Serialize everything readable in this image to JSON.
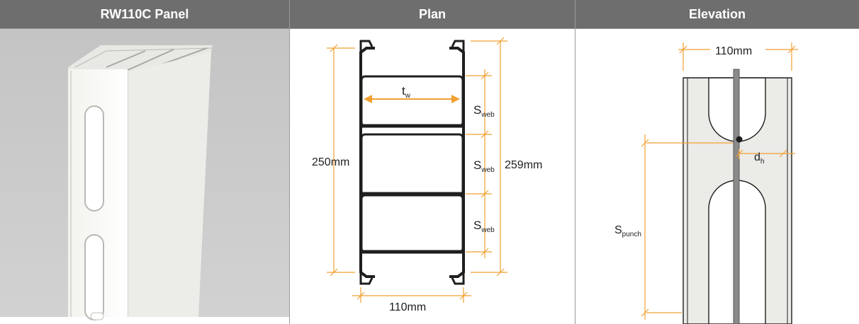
{
  "headers": {
    "panel": "RW110C Panel",
    "plan": "Plan",
    "elevation": "Elevation"
  },
  "plan": {
    "tw_main": "t",
    "tw_sub": "w",
    "sweb_main": "S",
    "sweb_sub": "web",
    "height_inner": "250mm",
    "height_outer": "259mm",
    "width": "110mm"
  },
  "elevation": {
    "width": "110mm",
    "dh_main": "d",
    "dh_sub": "h",
    "spunch_main": "S",
    "spunch_sub": "punch"
  },
  "colors": {
    "header_bg": "#6e6e6e",
    "dimension": "#f0a030",
    "steel": "#1e1e1e",
    "panel_photo_bg": "#c9c9c9"
  }
}
